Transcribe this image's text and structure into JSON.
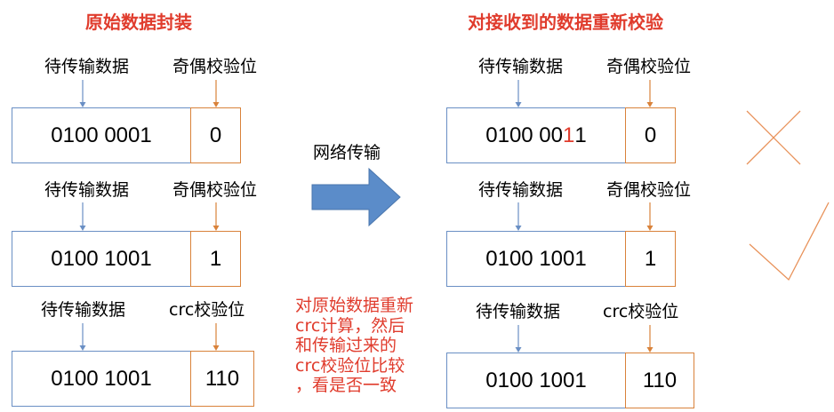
{
  "left": {
    "title": "原始数据封装",
    "groups": [
      {
        "data_label": "待传输数据",
        "check_label": "奇偶校验位",
        "data": "0100 0001",
        "check": "0"
      },
      {
        "data_label": "待传输数据",
        "check_label": "奇偶校验位",
        "data": "0100 1001",
        "check": "1"
      },
      {
        "data_label": "待传输数据",
        "check_label": "crc校验位",
        "data": "0100 1001",
        "check": "110"
      }
    ]
  },
  "right": {
    "title": "对接收到的数据重新校验",
    "groups": [
      {
        "data_label": "待传输数据",
        "check_label": "奇偶校验位",
        "data_prefix": "0100 00",
        "data_flipped": "1",
        "data_suffix": "1",
        "check": "0"
      },
      {
        "data_label": "待传输数据",
        "check_label": "奇偶校验位",
        "data": "0100 1001",
        "check": "1"
      },
      {
        "data_label": "待传输数据",
        "check_label": "crc校验位",
        "data": "0100 1001",
        "check": "110"
      }
    ]
  },
  "middle": {
    "arrow_label": "网络传输",
    "note_lines": [
      "对原始数据重新",
      "crc计算，然后",
      "和传输过来的",
      "crc校验位比较",
      "，看是否一致"
    ]
  },
  "marks": [
    {
      "icon": "cross-icon",
      "meaning": "check failed"
    },
    {
      "icon": "checkmark-icon",
      "meaning": "check passed"
    }
  ],
  "colors": {
    "title_red": "#e03c2d",
    "data_box_border": "#6a8fc4",
    "check_box_border": "#d9823a",
    "arrow_fill": "#5b8cc9",
    "mark_stroke": "#e8925a"
  }
}
